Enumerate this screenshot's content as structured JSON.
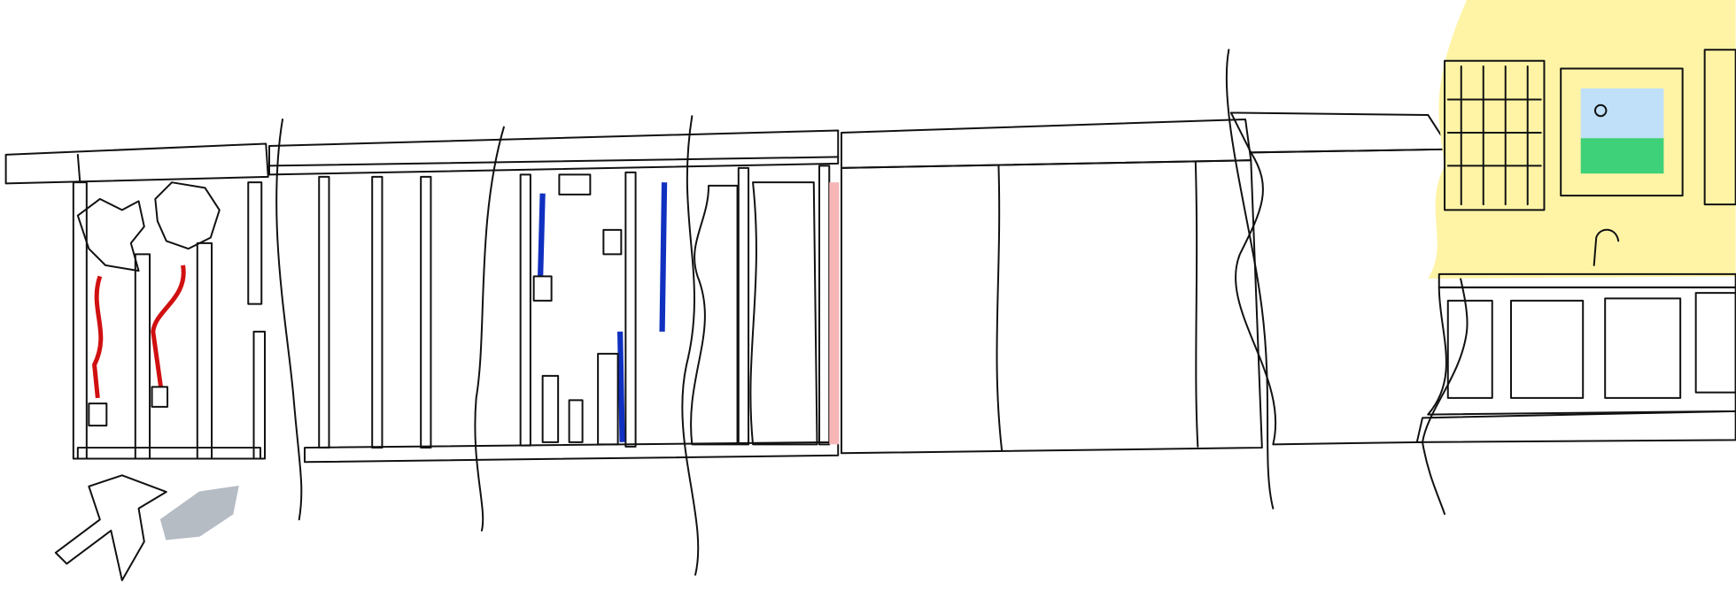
{
  "colors": {
    "old_wood": "#7a5230",
    "new_wood": "#fbe04f",
    "insulation": "#f7b6b6",
    "drywall": "#aef5e0",
    "plaster_band": "#eadfc6",
    "brick": "#a50f0f",
    "brick_band": "#8fa6dc",
    "wall_paint": "#fff4a6",
    "cabinet": "#0a9a1a",
    "floor": "#1f6b2a",
    "picture_frame": "#f0128a",
    "pipe_blue": "#1030c0",
    "wire_red": "#d01010",
    "debris_blue": "#6f9db8",
    "debris_green": "#5e9070",
    "debris_gray": "#b6bcc4",
    "tank_teal": "#4fcfa8"
  },
  "scene": {
    "panels": [
      "old-framing",
      "new-framing",
      "insulation",
      "drywall",
      "brick",
      "finished-kitchen"
    ]
  }
}
